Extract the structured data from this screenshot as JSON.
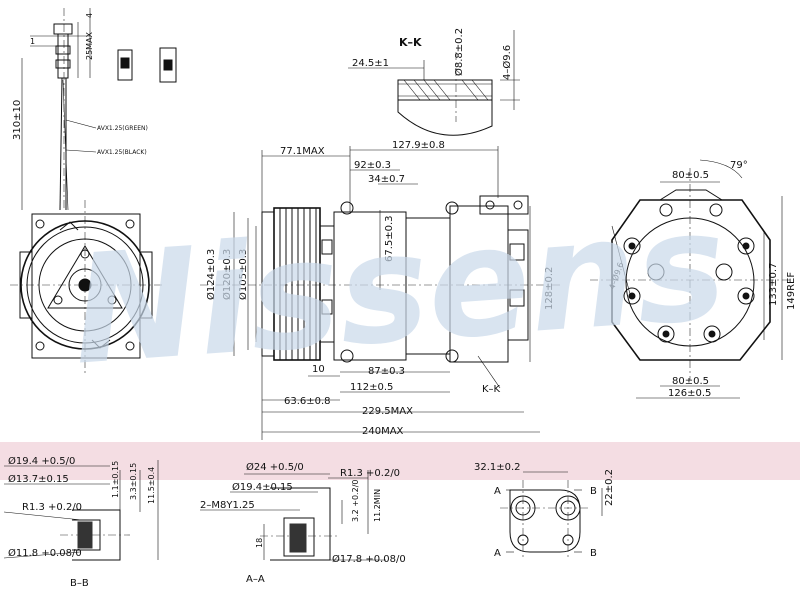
{
  "watermark": "Nissens",
  "band_color": "#f4dde3",
  "watermark_color": "#c9d9ea",
  "connector": {
    "dim_25max": "25MAX",
    "dim_4": "4",
    "dim_1": "1",
    "dim_310": "310±10",
    "wire_1": "AVX1.25(GREEN)",
    "wire_2": "AVX1.25(BLACK)"
  },
  "section_kk": {
    "title": "K–K",
    "dim_24_5": "24.5±1",
    "dim_8_8": "Ø8.8±0.2",
    "dim_4_9_6": "4–Ø9.6"
  },
  "side_view": {
    "dim_77_1": "77.1MAX",
    "dim_127_9": "127.9±0.8",
    "dim_92": "92±0.3",
    "dim_34": "34±0.7",
    "dim_67_5": "67.5±0.3",
    "dim_124": "Ø124±0.3",
    "dim_120": "Ø120±0.3",
    "dim_105": "Ø105±0.3",
    "dim_128": "128±0.2",
    "dim_10": "10",
    "dim_87": "87±0.3",
    "dim_112": "112±0.5",
    "dim_63_6": "63.6±0.8",
    "dim_229_5": "229.5MAX",
    "dim_240": "240MAX",
    "label_kk": "K–K"
  },
  "rear_view": {
    "dim_80_top": "80±0.5",
    "dim_79": "79°",
    "dim_4_9_6": "4–Ø9.6",
    "dim_80_bottom": "80±0.5",
    "dim_126": "126±0.5",
    "dim_133": "133±0.7",
    "dim_149": "149REF"
  },
  "section_bb": {
    "dim_19_4": "Ø19.4 +0.5/0",
    "dim_13_7": "Ø13.7±0.15",
    "dim_r1_3": "R1.3 +0.2/0",
    "dim_1_1": "1.1±0.15",
    "dim_3_3": "3.3±0.15",
    "dim_11_5": "11.5±0.4",
    "dim_11_8": "Ø11.8 +0.08/0",
    "label": "B–B"
  },
  "section_aa": {
    "dim_24": "Ø24 +0.5/0",
    "dim_19_4": "Ø19.4±0.15",
    "dim_m8": "2–M8Y1.25",
    "dim_r1_3": "R1.3 +0.2/0",
    "dim_3_2": "3.2 +0.2/0",
    "dim_11_2": "11.2MIN",
    "dim_18": "18",
    "dim_17_8": "Ø17.8 +0.08/0",
    "label": "A–A"
  },
  "port_view": {
    "dim_32_1": "32.1±0.2",
    "dim_22": "22±0.2",
    "label_a_top": "A",
    "label_b_top": "B",
    "label_a_bottom": "A",
    "label_b_bottom": "B"
  }
}
